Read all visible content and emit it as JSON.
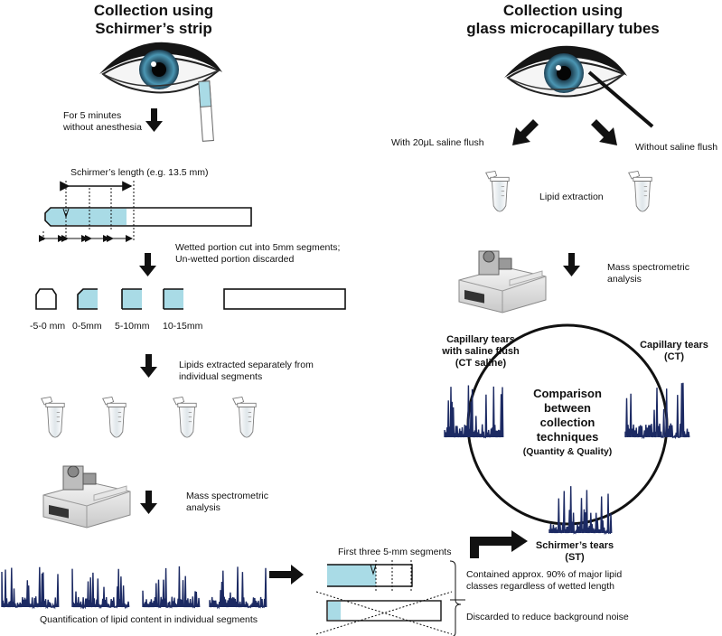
{
  "left": {
    "heading_line1": "Collection using",
    "heading_line2": "Schirmer’s strip",
    "step1_line1": "For 5 minutes",
    "step1_line2": "without anesthesia",
    "schirmer_length": "Schirmer’s length (e.g. 13.5 mm)",
    "cut_line1": "Wetted portion cut into 5mm segments;",
    "cut_line2": "Un-wetted portion discarded",
    "seg_labels": [
      "-5-0 mm",
      "0-5mm",
      "5-10mm",
      "10-15mm"
    ],
    "extract_line1": "Lipids extracted separately from",
    "extract_line2": "individual segments",
    "ms_line1": "Mass spectrometric",
    "ms_line2": "analysis",
    "quant": "Quantification of lipid content in individual segments"
  },
  "right": {
    "heading_line1": "Collection using",
    "heading_line2": "glass microcapillary tubes",
    "with_flush": "With 20μL saline flush",
    "without_flush": "Without saline flush",
    "lipid_extraction": "Lipid extraction",
    "ms_line1": "Mass spectrometric",
    "ms_line2": "analysis",
    "ct_saline_line1": "Capillary tears",
    "ct_saline_line2": "with saline flush",
    "ct_saline_line3": "(CT saline)",
    "ct_line1": "Capillary tears",
    "ct_line2": "(CT)",
    "comp_line1": "Comparison",
    "comp_line2": "between",
    "comp_line3": "collection",
    "comp_line4": "techniques",
    "comp_line5": "(Quantity & Quality)",
    "st_line1": "Schirmer’s tears",
    "st_line2": "(ST)"
  },
  "bottom": {
    "first_three": "First three 5-mm segments",
    "contained_line1": "Contained approx. 90% of major lipid",
    "contained_line2": "classes regardless of wetted length",
    "discarded": "Discarded to reduce background noise"
  },
  "colors": {
    "wet": "#a9dbe6",
    "spectrum": "#1c2a63",
    "arrow": "#111111"
  }
}
